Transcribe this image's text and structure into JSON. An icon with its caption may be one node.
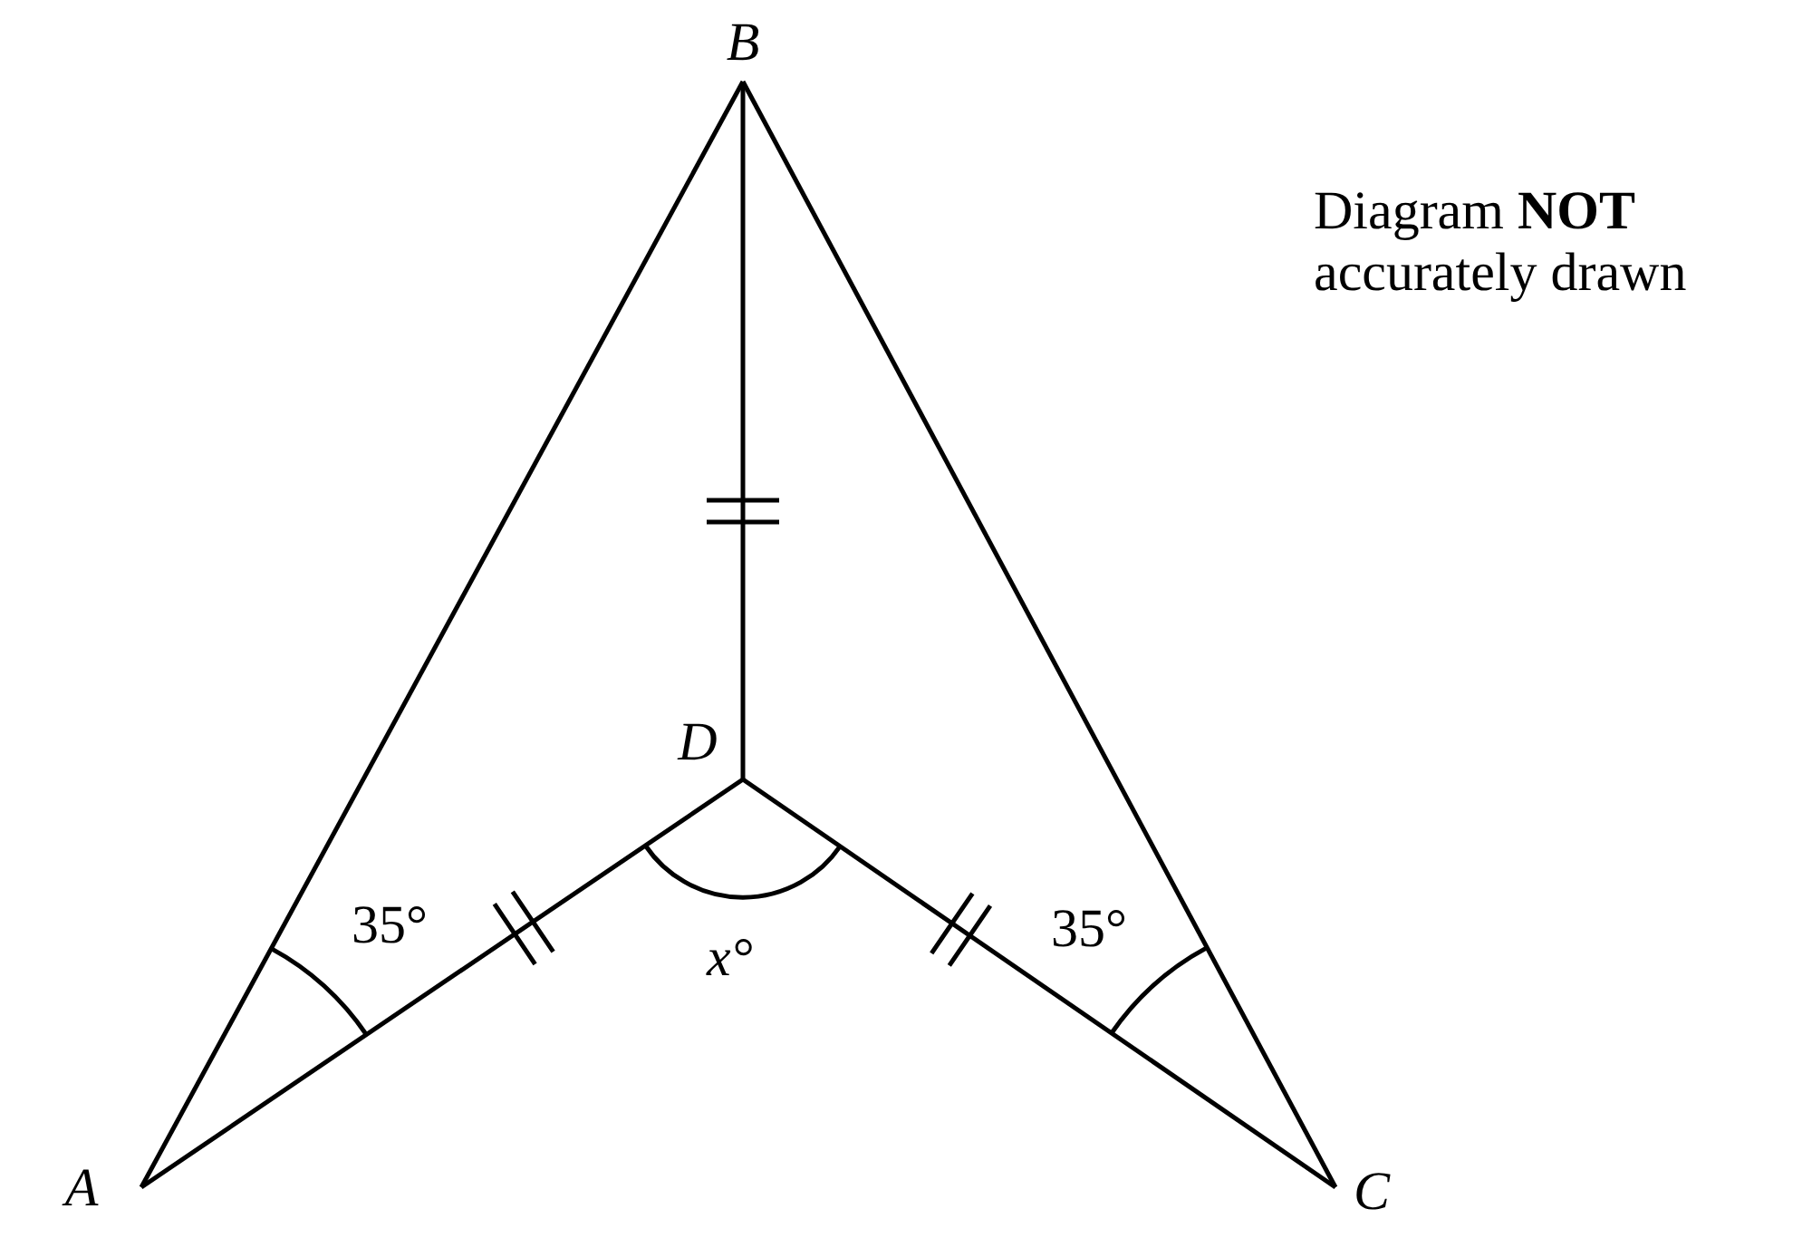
{
  "diagram": {
    "nodes": [
      {
        "text": [
          "B"
        ]
      },
      {
        "text": [
          "D"
        ]
      },
      {
        "text": [
          "A"
        ]
      },
      {
        "text": [
          "C"
        ]
      }
    ],
    "edges": [
      {
        "from": 2,
        "to": 0,
        "arrow": "none"
      },
      {
        "from": 0,
        "to": 3,
        "arrow": "none"
      },
      {
        "from": 0,
        "to": 1,
        "arrow": "none"
      },
      {
        "from": 1,
        "to": 2,
        "arrow": "none"
      },
      {
        "from": 1,
        "to": 3,
        "arrow": "none"
      }
    ],
    "labels": [
      "35°",
      "x°",
      "35°",
      "Diagram **NOT** accurately drawn"
    ]
  }
}
